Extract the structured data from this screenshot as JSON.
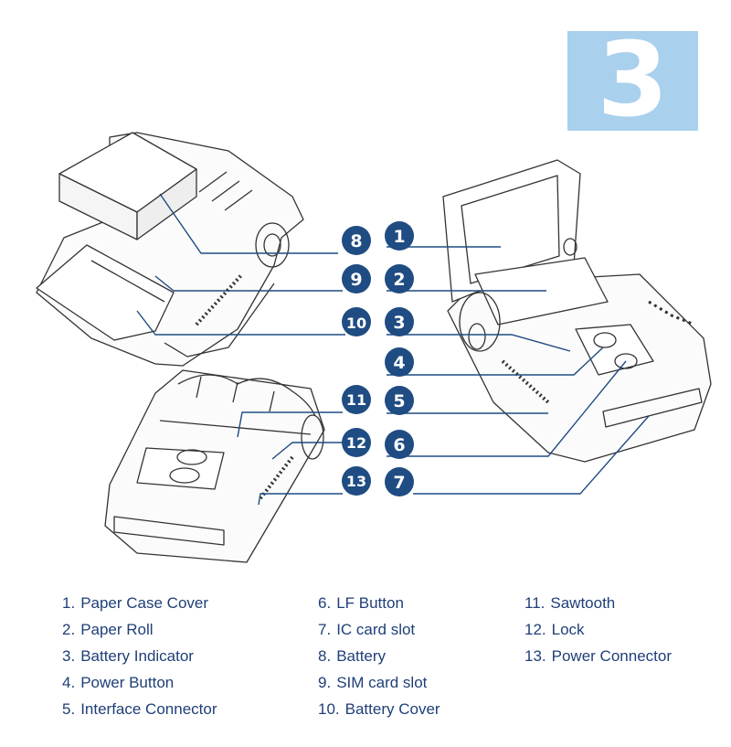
{
  "step_number": "3",
  "colors": {
    "badge": "#a9d0ec",
    "callout_circle": "#1f4c82",
    "leader_line": "#1f4c82",
    "legend_text": "#1f3f78",
    "drawing_line": "#333333"
  },
  "callouts": [
    "8",
    "9",
    "10",
    "11",
    "12",
    "13",
    "1",
    "2",
    "3",
    "4",
    "5",
    "6",
    "7"
  ],
  "legend": {
    "column_1": [
      {
        "num": "1.",
        "label": "Paper Case Cover"
      },
      {
        "num": "2.",
        "label": "Paper  Roll"
      },
      {
        "num": "3.",
        "label": "Battery  Indicator"
      },
      {
        "num": "4.",
        "label": "Power  Button"
      },
      {
        "num": "5.",
        "label": "Interface  Connector"
      }
    ],
    "column_2": [
      {
        "num": "6.",
        "label": "LF Button"
      },
      {
        "num": "7.",
        "label": "IC card slot"
      },
      {
        "num": "8.",
        "label": "Battery"
      },
      {
        "num": "9.",
        "label": "SIM card slot"
      },
      {
        "num": "10.",
        "label": "Battery  Cover"
      }
    ],
    "column_3": [
      {
        "num": "11.",
        "label": "Sawtooth"
      },
      {
        "num": "12.",
        "label": "Lock"
      },
      {
        "num": "13.",
        "label": "Power  Connector"
      }
    ]
  }
}
